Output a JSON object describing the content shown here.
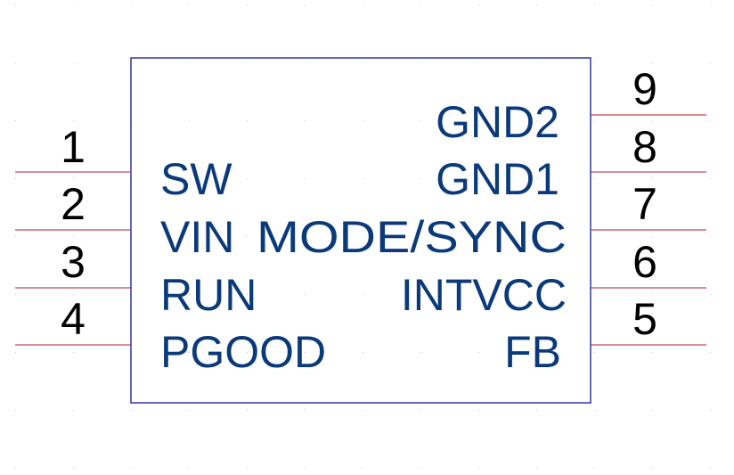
{
  "component": {
    "body_color": "#00008b",
    "pin_line_color": "#b22222",
    "pin_name_color": "#0b3a7a",
    "pin_number_color": "#000000",
    "left_pins": [
      {
        "number": "1",
        "name": "SW"
      },
      {
        "number": "2",
        "name": "VIN"
      },
      {
        "number": "3",
        "name": "RUN"
      },
      {
        "number": "4",
        "name": "PGOOD"
      }
    ],
    "right_pins": [
      {
        "number": "9",
        "name": "GND2"
      },
      {
        "number": "8",
        "name": "GND1"
      },
      {
        "number": "7",
        "name": "MODE/SYNC"
      },
      {
        "number": "6",
        "name": "INTVCC"
      },
      {
        "number": "5",
        "name": "FB"
      }
    ]
  }
}
